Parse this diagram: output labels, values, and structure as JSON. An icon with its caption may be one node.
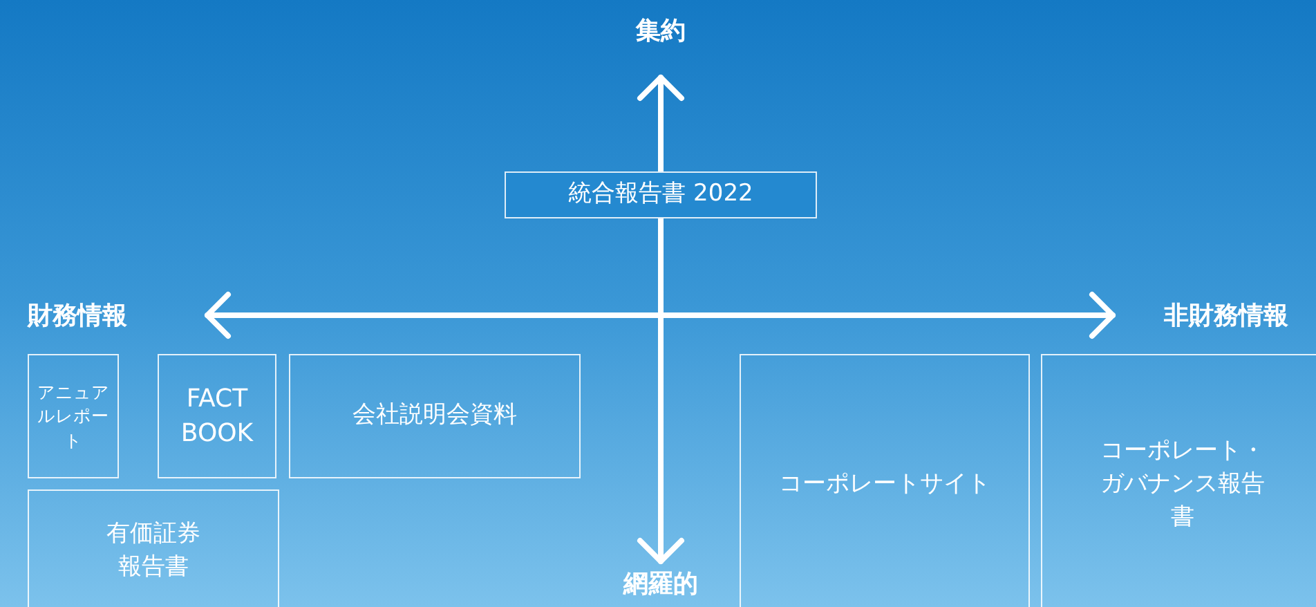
{
  "diagram": {
    "nodes": [
      {
        "text": [
          "統合報告書 2022"
        ]
      },
      {
        "text": [
          "アニュアルレポート"
        ]
      },
      {
        "text": [
          "FACT BOOK"
        ]
      },
      {
        "text": [
          "会社説明会資料"
        ]
      },
      {
        "text": [
          "有価証券報告書"
        ]
      },
      {
        "text": [
          "コーポレートサイト"
        ]
      },
      {
        "text": [
          "コーポレート・ガバナンス報告書"
        ]
      }
    ],
    "labels": [
      "集約",
      "財務情報",
      "非財務情報",
      "網羅的"
    ]
  }
}
